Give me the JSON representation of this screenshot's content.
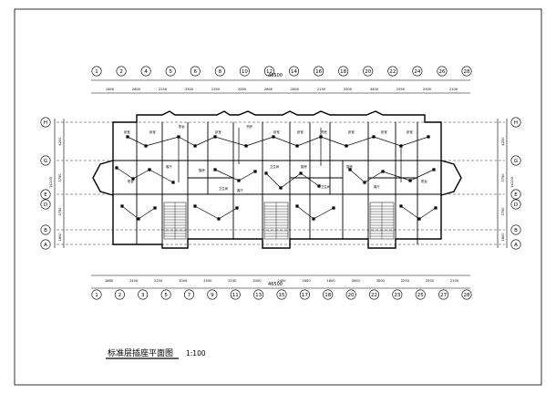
{
  "drawing": {
    "title": "标准层插座平面图",
    "scale": "1:100"
  },
  "top_axes": [
    "1",
    "2",
    "4",
    "5",
    "6",
    "8",
    "10",
    "12",
    "14",
    "16",
    "18",
    "20",
    "22",
    "24",
    "26",
    "28"
  ],
  "bottom_axes": [
    "1",
    "2",
    "3",
    "5",
    "7",
    "9",
    "11",
    "13",
    "15",
    "17",
    "18",
    "20",
    "22",
    "23",
    "25",
    "27",
    "28"
  ],
  "row_axes": [
    "H",
    "G",
    "E",
    "D",
    "B",
    "A"
  ],
  "top_dims": [
    "1800",
    "2800",
    "2250",
    "3300",
    "2350",
    "2000",
    "2800",
    "2800",
    "2150",
    "3300",
    "3400",
    "2550",
    "2300",
    "2100"
  ],
  "top_total": "46500",
  "bottom_dims": [
    "1860",
    "2400",
    "2250",
    "3000",
    "2550",
    "2100",
    "3450",
    "2400",
    "1600",
    "1800",
    "3000",
    "3000",
    "2250",
    "2550",
    "2100"
  ],
  "bottom_total": "46500",
  "left_dims": [
    "4200",
    "3750",
    "3750",
    "1800"
  ],
  "left_total": "14100",
  "right_dims": [
    "4200",
    "3750",
    "3750",
    "1800"
  ],
  "right_total": "14100",
  "room_labels": [
    "卧室",
    "卧室",
    "卧室",
    "书房",
    "卧室",
    "卧室",
    "书房",
    "卧室",
    "卧室",
    "卧室",
    "客厅",
    "厨房",
    "卫生间",
    "客厅",
    "厨房",
    "卫生间",
    "厨房",
    "卫生间",
    "客厅",
    "阳台",
    "阳台",
    "阳台"
  ]
}
